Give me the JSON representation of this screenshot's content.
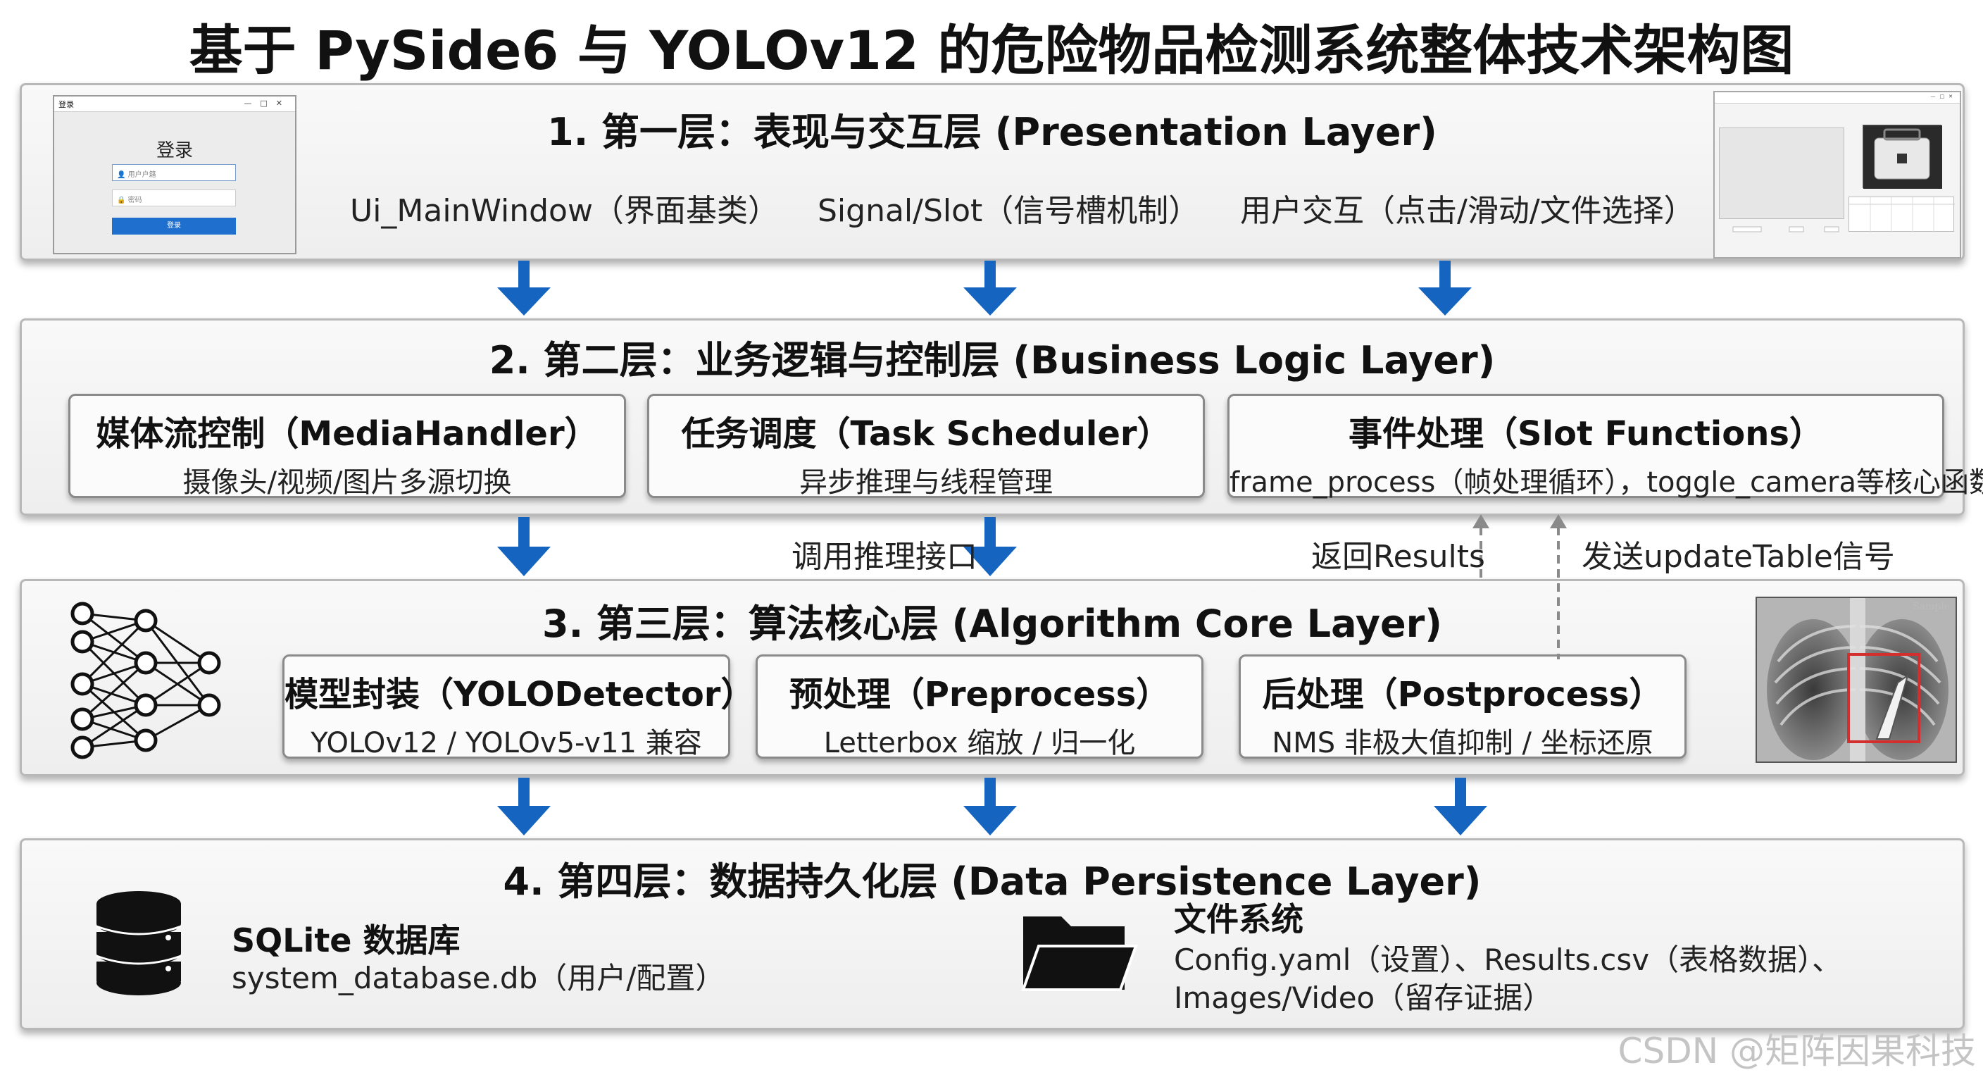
{
  "title": "基于 PySide6 与 YOLOv12 的危险物品检测系统整体技术架构图",
  "layer1": {
    "title": "1. 第一层：表现与交互层 (Presentation Layer)",
    "items": [
      "Ui_MainWindow（界面基类）",
      "Signal/Slot（信号槽机制）",
      "用户交互（点击/滑动/文件选择）"
    ],
    "login_window": {
      "heading": "登录",
      "bar_title": "登录",
      "username_placeholder": "用户户籍",
      "password_placeholder": "密码",
      "button": "登录"
    }
  },
  "layer2": {
    "title": "2. 第二层：业务逻辑与控制层 (Business Logic Layer)",
    "boxes": [
      {
        "title": "媒体流控制（MediaHandler）",
        "sub": "摄像头/视频/图片多源切换"
      },
      {
        "title": "任务调度（Task Scheduler）",
        "sub": "异步推理与线程管理"
      },
      {
        "title": "事件处理（Slot Functions）",
        "sub": "frame_process（帧处理循环），toggle_camera等核心函数"
      }
    ]
  },
  "connectors": {
    "call_inference": "调用推理接口",
    "return_results": "返回Results",
    "send_update": "发送updateTable信号"
  },
  "layer3": {
    "title": "3. 第三层：算法核心层 (Algorithm Core Layer)",
    "boxes": [
      {
        "title": "模型封装（YOLODetector）",
        "sub": "YOLOv12 / YOLOv5-v11 兼容"
      },
      {
        "title": "预处理（Preprocess）",
        "sub": "Letterbox 缩放 / 归一化"
      },
      {
        "title": "后处理（Postprocess）",
        "sub": "NMS 非极大值抑制 / 坐标还原"
      }
    ],
    "xray_label": "Sample"
  },
  "layer4": {
    "title": "4. 第四层：数据持久化层 (Data Persistence Layer)",
    "db": {
      "title": "SQLite 数据库",
      "sub": "system_database.db（用户/配置）"
    },
    "fs": {
      "title": "文件系统",
      "line1": "Config.yaml（设置）、Results.csv（表格数据）、",
      "line2": "Images/Video（留存证据）"
    }
  },
  "watermark": "CSDN @矩阵因果科技",
  "colors": {
    "arrow": "#1565c0",
    "detection_box": "#d32f2f"
  }
}
